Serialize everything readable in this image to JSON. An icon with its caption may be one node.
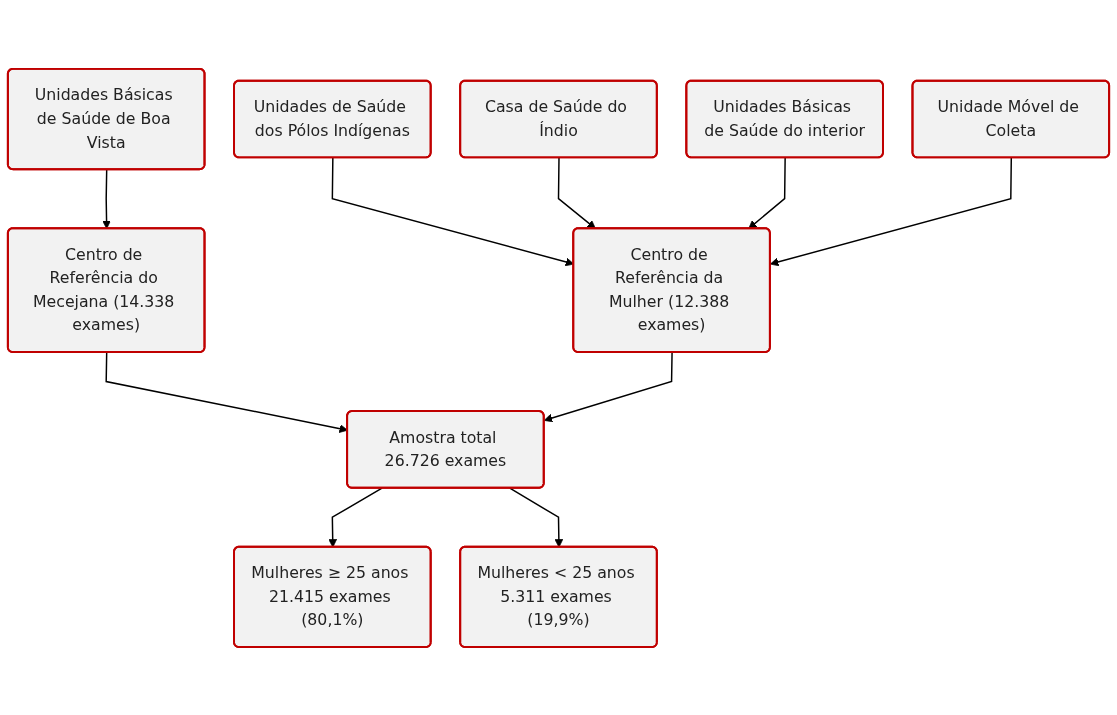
{
  "diagram": {
    "nodes": [
      {
        "text": [
          "Unidades Básicas de Saúde de Boa Vista"
        ]
      },
      {
        "text": [
          "Unidades de Saúde dos Pólos Indígenas"
        ]
      },
      {
        "text": [
          "Casa de Saúde do Índio"
        ]
      },
      {
        "text": [
          "Unidades Básicas de Saúde do interior"
        ]
      },
      {
        "text": [
          "Unidade Móvel de Coleta"
        ]
      },
      {
        "text": [
          "Centro de Referência do Mecejana (14.338 exames)"
        ]
      },
      {
        "text": [
          "Centro de Referência da Mulher (12.388 exames)"
        ]
      },
      {
        "text": [
          "Amostra total 26.726 exames"
        ]
      },
      {
        "text": [
          "Mulheres ≥ 25 anos 21.415 exames (80,1%)"
        ]
      },
      {
        "text": [
          "Mulheres < 25 anos 5.311 exames (19,9%)"
        ]
      }
    ],
    "edges": [
      {
        "from": 0,
        "to": 5,
        "arrow": "to"
      },
      {
        "from": 1,
        "to": 6,
        "arrow": "to"
      },
      {
        "from": 2,
        "to": 6,
        "arrow": "to"
      },
      {
        "from": 3,
        "to": 6,
        "arrow": "to"
      },
      {
        "from": 4,
        "to": 6,
        "arrow": "to"
      },
      {
        "from": 5,
        "to": 7,
        "arrow": "to"
      },
      {
        "from": 6,
        "to": 7,
        "arrow": "to"
      },
      {
        "from": 7,
        "to": 8,
        "arrow": "to"
      },
      {
        "from": 7,
        "to": 9,
        "arrow": "to"
      }
    ]
  }
}
